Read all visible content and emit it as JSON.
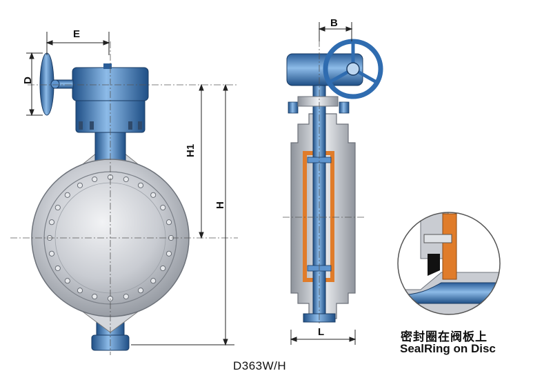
{
  "diagram": {
    "model_code": "D363W/H",
    "detail_caption_cn": "密封圈在阀板上",
    "detail_caption_en": "SealRing on Disc",
    "dimension_labels": {
      "E": "E",
      "D": "D",
      "H1": "H1",
      "H": "H",
      "B": "B",
      "L": "L"
    },
    "colors": {
      "valve_blue": "#3f7fc4",
      "seal_orange": "#e07c2a",
      "body_silver": "#c9ccd2",
      "seal_black": "#111111"
    }
  }
}
